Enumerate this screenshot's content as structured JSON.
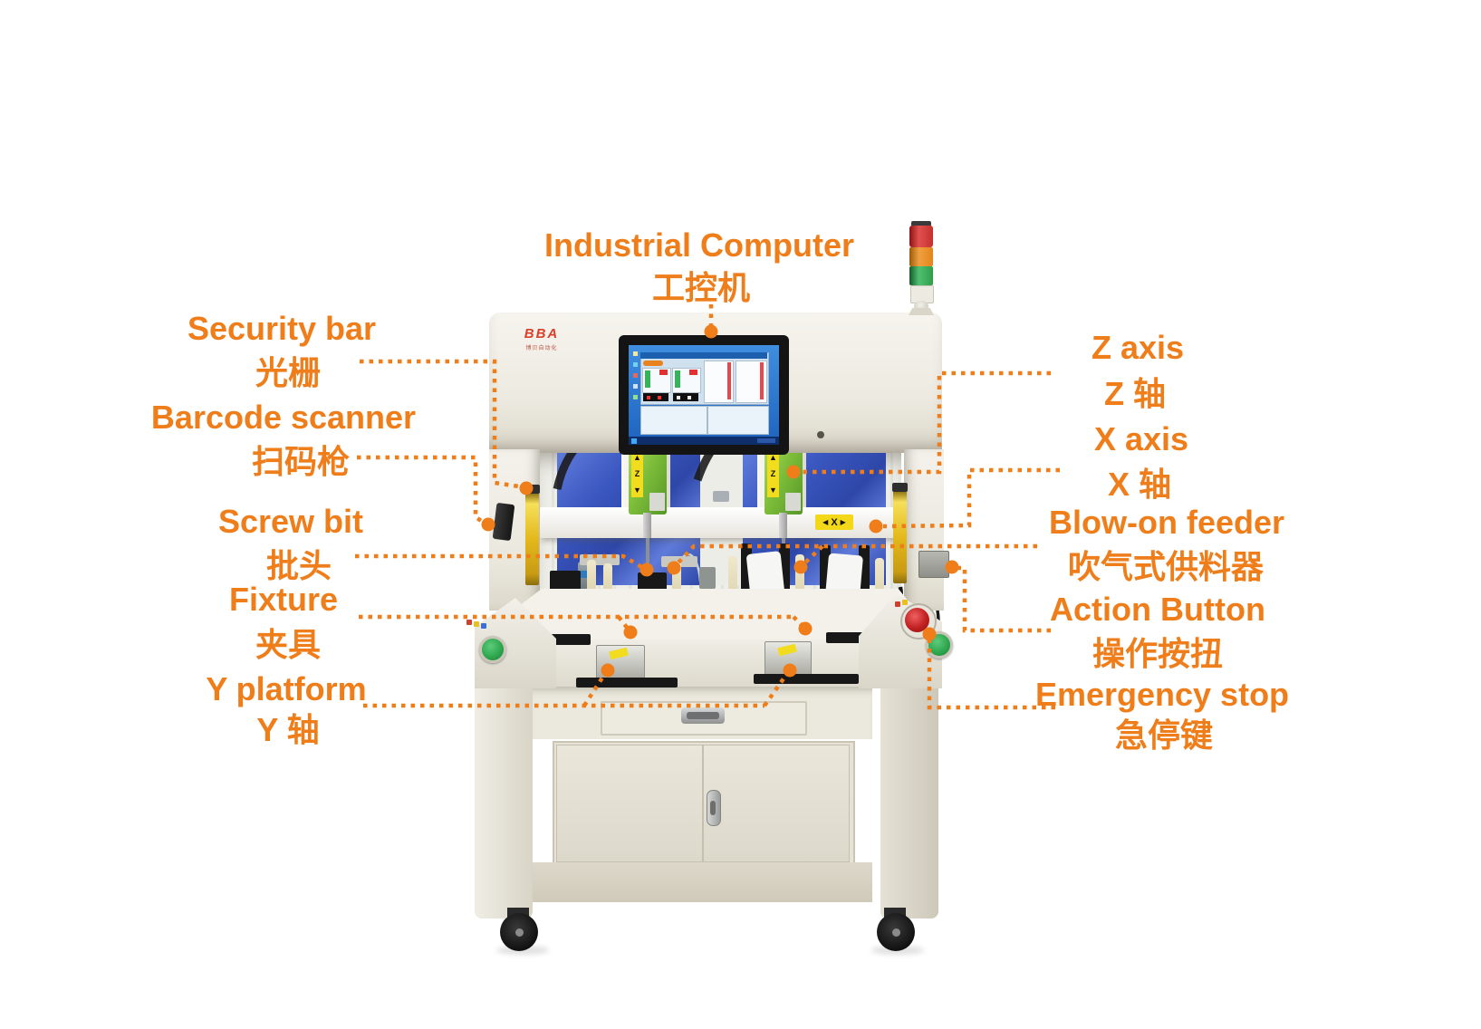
{
  "colors": {
    "accent": "#EE7D1A",
    "machine_body": "#EDEAE1",
    "screen_blue": "#2F7BD8",
    "panel_blue": "#3A57C0",
    "z_module_green": "#7FBE3A",
    "light_curtain_yellow": "#E3B91C",
    "tower_red": "#C5302C",
    "tower_amber": "#E2851C",
    "tower_green": "#2E9E4C",
    "estop_red": "#B81A1A",
    "button_green": "#2FA84F"
  },
  "callouts": {
    "top": {
      "en": "Industrial Computer",
      "zh": "工控机"
    },
    "left": [
      {
        "en": "Security bar",
        "zh": "光栅"
      },
      {
        "en": "Barcode scanner",
        "zh": "扫码枪"
      },
      {
        "en": "Screw bit",
        "zh": "批头"
      },
      {
        "en": "Fixture",
        "zh": "夹具"
      },
      {
        "en": "Y platform",
        "zh": "Y 轴"
      }
    ],
    "right": [
      {
        "en": "Z axis",
        "zh": "Z 轴"
      },
      {
        "en": "X axis",
        "zh": "X 轴"
      },
      {
        "en": "Blow-on feeder",
        "zh": "吹气式供料器"
      },
      {
        "en": "Action Button",
        "zh": "操作按扭"
      },
      {
        "en": "Emergency stop",
        "zh": "急停键"
      }
    ]
  },
  "machine": {
    "logo": {
      "brand": "BBA",
      "sub": "博贝自动化"
    },
    "stickers": {
      "up": "▲",
      "z": "Z",
      "down": "▼",
      "left": "◀",
      "x": "X",
      "right": "▶"
    }
  }
}
